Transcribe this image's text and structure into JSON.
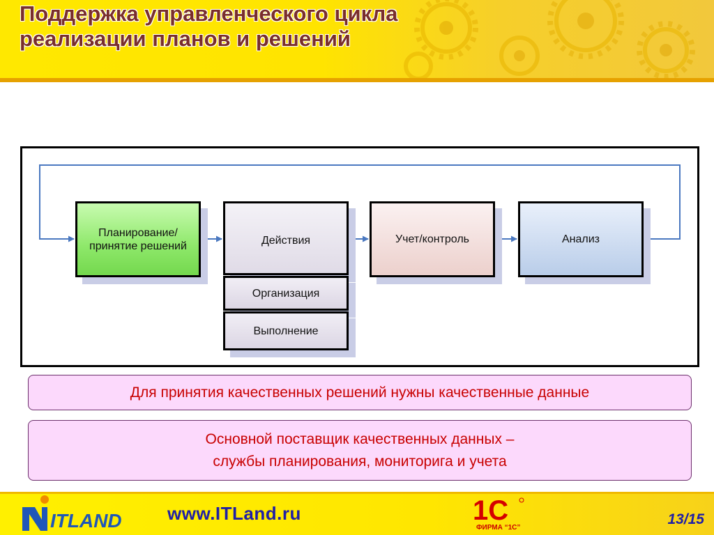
{
  "slide": {
    "title": "Поддержка управленческого цикла реализации планов и решений",
    "accent_colors": {
      "header": "#ffe800",
      "title_text": "#7a2e2b",
      "note_text": "#c80000",
      "note_background": "#fcd9fc",
      "arrows": "#4a78c0"
    }
  },
  "diagram": {
    "boxes": {
      "planning": "Планирование/ принятие решений",
      "actions": "Действия",
      "organization": "Организация",
      "execution": "Выполнение",
      "control": "Учет/контроль",
      "analysis": "Анализ"
    },
    "flow": [
      "planning",
      "actions",
      "control",
      "analysis",
      "planning"
    ]
  },
  "notes": {
    "quality": "Для принятия качественных решений нужны качественные данные",
    "supplier_line1": "Основной поставщик качественных данных –",
    "supplier_line2": "службы планирования, мониторига и учета"
  },
  "footer": {
    "logo_text": "ITLAND",
    "url": "www.ITLand.ru",
    "firm_logo": "1С",
    "firm_caption": "ФИРМА “1С”",
    "page_number": "13/15"
  }
}
